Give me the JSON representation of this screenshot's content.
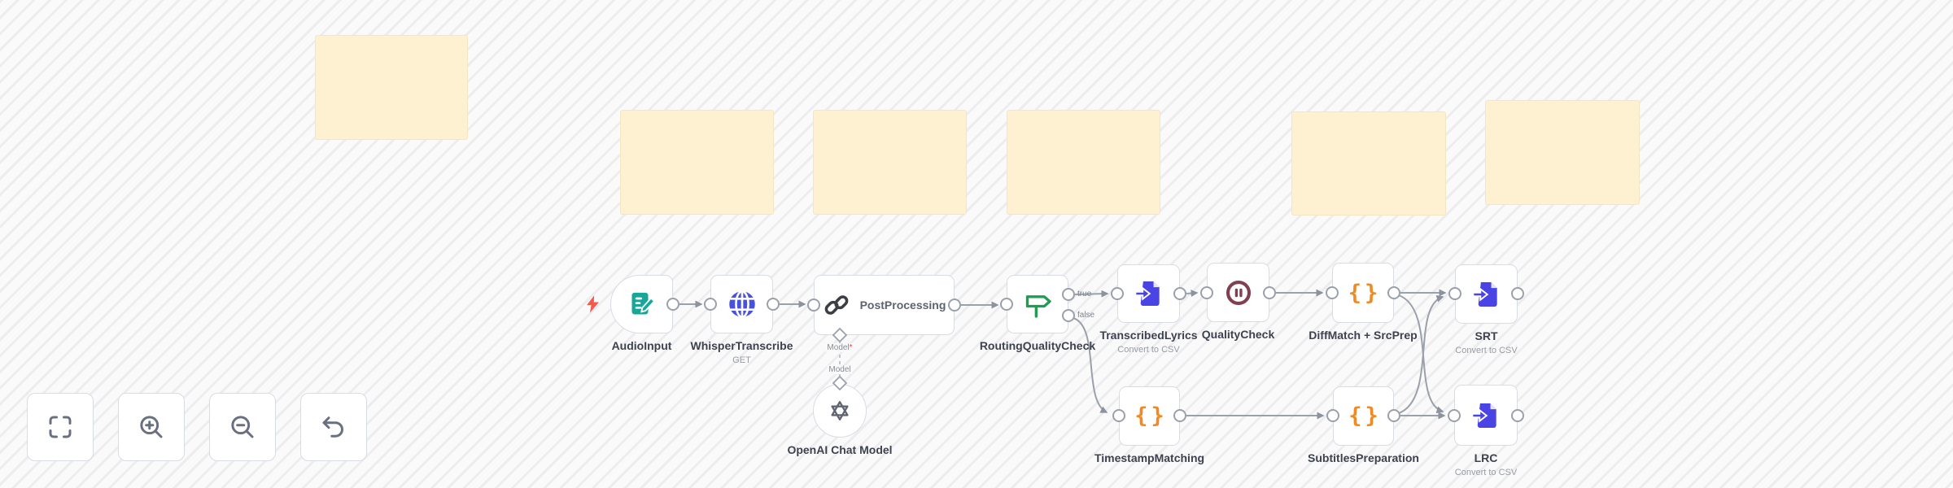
{
  "canvas": {
    "sticky_note_color": "#fdf1d2",
    "connection_color": "#9aa1ab",
    "accent_colors": {
      "form_trigger": "#17a699",
      "http_request": "#4a52dd",
      "switch": "#1d9e50",
      "convert_to_file": "#4a44e4",
      "wait": "#804050",
      "code": "#f08a24",
      "trigger_bolt": "#f4594e"
    }
  },
  "glyphs": {
    "code_braces": "{}"
  },
  "controls": {
    "buttons": [
      {
        "icon": "fit-view-icon"
      },
      {
        "icon": "zoom-in-icon"
      },
      {
        "icon": "zoom-out-icon"
      },
      {
        "icon": "undo-icon"
      }
    ]
  },
  "workflow": {
    "nodes": [
      {
        "name": "AudioInput",
        "subtitle": "",
        "type": "form-trigger"
      },
      {
        "name": "WhisperTranscribe",
        "subtitle": "GET",
        "type": "http-request"
      },
      {
        "name": "PostProcessing",
        "subtitle": "",
        "type": "llm-chain"
      },
      {
        "name": "OpenAI Chat Model",
        "subtitle": "",
        "type": "openai-chat-model"
      },
      {
        "name": "RoutingQualityCheck",
        "subtitle": "",
        "type": "switch"
      },
      {
        "name": "TranscribedLyrics",
        "subtitle": "Convert to CSV",
        "type": "convert-to-file"
      },
      {
        "name": "QualityCheck",
        "subtitle": "",
        "type": "wait"
      },
      {
        "name": "DiffMatch + SrcPrep",
        "subtitle": "",
        "type": "code"
      },
      {
        "name": "SRT",
        "subtitle": "Convert to CSV",
        "type": "convert-to-file"
      },
      {
        "name": "TimestampMatching",
        "subtitle": "",
        "type": "code"
      },
      {
        "name": "SubtitlesPreparation",
        "subtitle": "",
        "type": "code"
      },
      {
        "name": "LRC",
        "subtitle": "Convert to CSV",
        "type": "convert-to-file"
      }
    ],
    "branch_labels": {
      "true": "true",
      "false": "false"
    },
    "model_connection": {
      "label": "Model",
      "required_marker": "*",
      "endpoint_label": "Model"
    }
  }
}
